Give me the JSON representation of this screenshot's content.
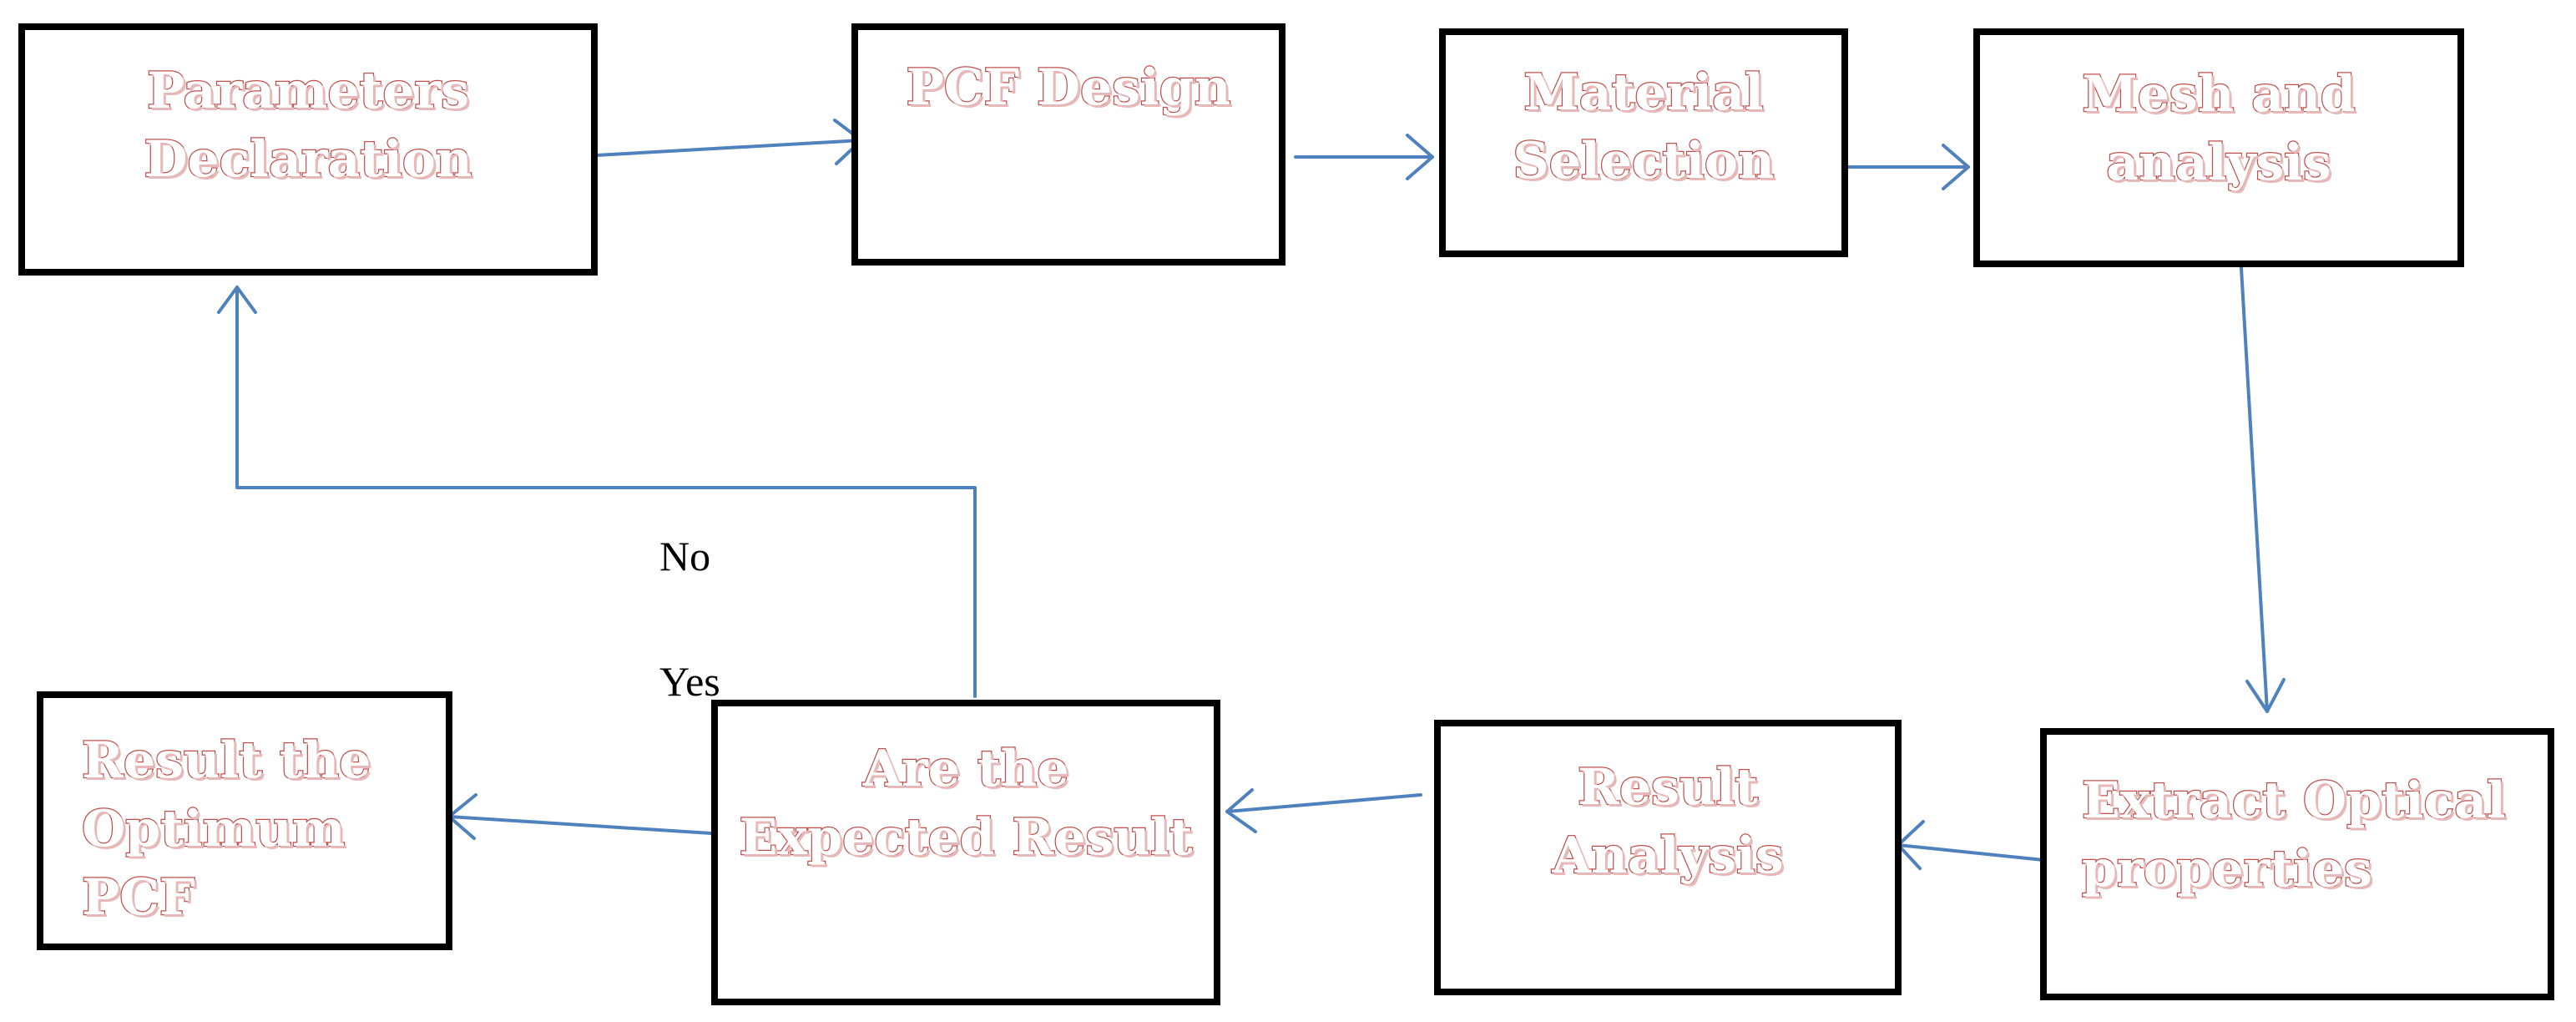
{
  "colors": {
    "box_border": "#000000",
    "label_outline": "#c0504d",
    "arrow": "#4f81bd",
    "decision_text": "#000000"
  },
  "nodes": {
    "parameters": {
      "line1": "Parameters",
      "line2": "Declaration"
    },
    "pcf_design": {
      "line1": "PCF Design"
    },
    "material": {
      "line1": "Material",
      "line2": "Selection"
    },
    "mesh": {
      "line1": "Mesh and",
      "line2": "analysis"
    },
    "extract": {
      "line1": "Extract Optical",
      "line2": "properties"
    },
    "result_analysis": {
      "line1": "Result",
      "line2": "Analysis"
    },
    "decision": {
      "line1": "Are the",
      "line2": "Expected Result"
    },
    "optimum": {
      "line1": "Result the",
      "line2": "Optimum",
      "line3": "PCF"
    }
  },
  "decision_labels": {
    "no": "No",
    "yes": "Yes"
  }
}
